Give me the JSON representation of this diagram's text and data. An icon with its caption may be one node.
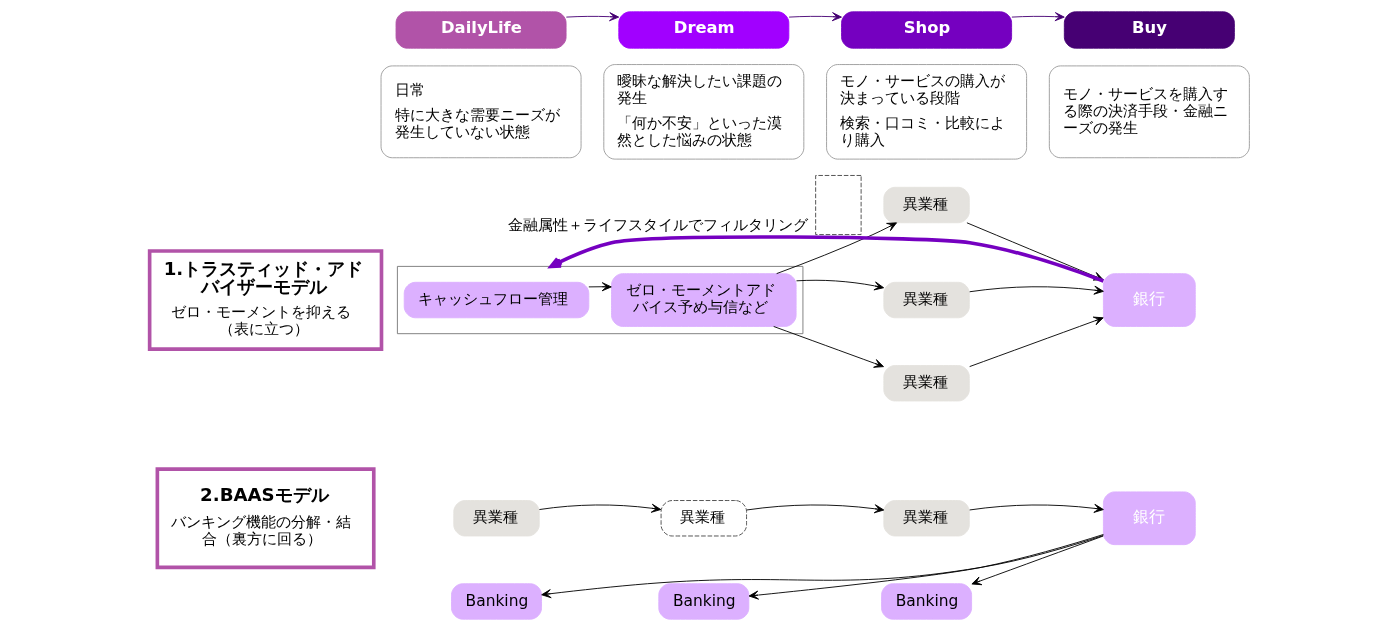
{
  "diagram": {
    "nodes": [
      {
        "text": [
          "DailyLife"
        ]
      },
      {
        "text": [
          "Dream"
        ]
      },
      {
        "text": [
          "Shop"
        ]
      },
      {
        "text": [
          "Buy"
        ]
      },
      {
        "text": [
          "日常",
          "特に大きな需要ニーズが発生していない状態"
        ]
      },
      {
        "text": [
          "曖昧な解決したい課題の発生",
          "「何か不安」といった漠然とした悩みの状態"
        ]
      },
      {
        "text": [
          "モノ・サービスの購入が決まっている段階",
          "検索・口コミ・比較により購入"
        ]
      },
      {
        "text": [
          "モノ・サービスを購入する際の決済手段・金融ニーズの発生"
        ]
      },
      {
        "text": [
          "1.トラスティッド・アドバイザーモデル",
          "ゼロ・モーメントを抑える（表に立つ）"
        ]
      },
      {
        "text": [],
        "shape": "box"
      },
      {
        "text": [
          "キャッシュフロー管理"
        ],
        "in": 9
      },
      {
        "text": [
          "ゼロ・モーメントアドバイス予め与信など"
        ],
        "in": 9
      },
      {
        "text": [],
        "shape": "box",
        "beside": [
          "金融属性＋ライフスタイルでフィルタリング"
        ]
      },
      {
        "text": [
          "異業種"
        ]
      },
      {
        "text": [
          "異業種"
        ]
      },
      {
        "text": [
          "異業種"
        ]
      },
      {
        "text": [
          "銀行"
        ]
      },
      {
        "text": [
          "2.BAASモデル",
          "バンキング機能の分解・結合（裏方に回る）"
        ]
      },
      {
        "text": [
          "異業種"
        ]
      },
      {
        "text": [
          "Banking"
        ]
      },
      {
        "text": [
          "異業種"
        ]
      },
      {
        "text": [
          "Banking"
        ]
      },
      {
        "text": [
          "異業種"
        ]
      },
      {
        "text": [
          "Banking"
        ]
      },
      {
        "text": [
          "銀行"
        ]
      }
    ],
    "edges": [
      {
        "from": 0,
        "to": 1,
        "arrow": "to",
        "color": "#460073"
      },
      {
        "from": 1,
        "to": 2,
        "arrow": "to",
        "color": "#460073"
      },
      {
        "from": 2,
        "to": 3,
        "arrow": "to",
        "color": "#460073"
      },
      {
        "from": 10,
        "to": 11,
        "arrow": "to"
      },
      {
        "from": 11,
        "to": 13,
        "arrow": "to"
      },
      {
        "from": 11,
        "to": 14,
        "arrow": "to"
      },
      {
        "from": 11,
        "to": 15,
        "arrow": "to"
      },
      {
        "from": 13,
        "to": 16,
        "arrow": "to"
      },
      {
        "from": 14,
        "to": 16,
        "arrow": "to"
      },
      {
        "from": 15,
        "to": 16,
        "arrow": "to"
      },
      {
        "from": 16,
        "to": 9,
        "arrow": "to",
        "style": "thick",
        "color": "#7500c0"
      },
      {
        "from": 18,
        "to": 20,
        "arrow": "to"
      },
      {
        "from": 20,
        "to": 22,
        "arrow": "to"
      },
      {
        "from": 22,
        "to": 24,
        "arrow": "to"
      },
      {
        "from": 24,
        "to": 19,
        "arrow": "to"
      },
      {
        "from": 24,
        "to": 21,
        "arrow": "to"
      },
      {
        "from": 24,
        "to": 23,
        "arrow": "to"
      }
    ]
  }
}
